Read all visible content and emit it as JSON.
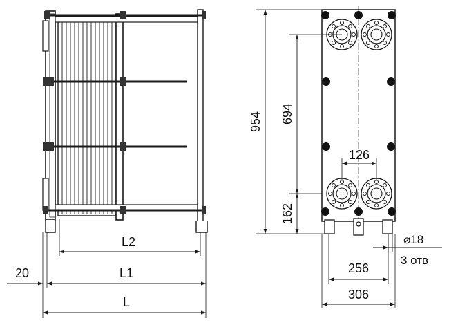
{
  "side_view": {
    "dim_L2": "L2",
    "dim_L1": "L1",
    "dim_L": "L",
    "dim_offset": "20"
  },
  "front_view": {
    "dim_height_total": "954",
    "dim_port_spacing": "694",
    "dim_port_bottom": "162",
    "dim_port_horizontal": "126",
    "dim_hole": "⌀18",
    "dim_hole_count": "3 отв",
    "dim_width_inner": "256",
    "dim_width_outer": "306"
  },
  "colors": {
    "line": "#1a1a1a",
    "bolt_fill": "#111111",
    "background": "#ffffff"
  }
}
